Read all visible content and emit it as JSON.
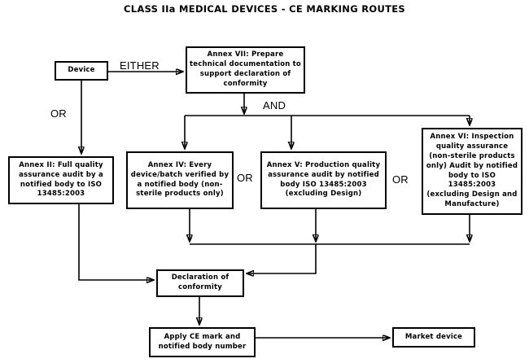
{
  "title": "CLASS IIa MEDICAL DEVICES - CE MARKING ROUTES",
  "connector_labels": {
    "either": "EITHER",
    "and": "AND",
    "or_device_to_annex2": "OR",
    "or_between_annex4_annex5": "OR",
    "or_between_annex5_annex6": "OR"
  },
  "nodes": {
    "device": "Device",
    "annex7": "Annex VII: Prepare technical documentation to support declaration of conformity",
    "annex2": "Annex II: Full quality assurance audit by a notified body to ISO 13485:2003",
    "annex4": "Annex IV: Every device/batch verified by a notified body (non-sterile products only)",
    "annex5": "Annex V: Production quality assurance audit by notified body ISO 13485:2003 (excluding Design)",
    "annex6": "Annex VI: Inspection quality assurance (non-sterile products only) Audit by notified body to ISO 13485:2003 (excluding Design and Manufacture)",
    "declaration": "Declaration of conformity",
    "apply": "Apply CE mark and notified body number",
    "market": "Market device"
  },
  "edges": [
    {
      "from": "device",
      "to": "annex7",
      "label": "EITHER"
    },
    {
      "from": "device",
      "to": "annex2",
      "label": "OR"
    },
    {
      "from": "annex7",
      "to": "annex4",
      "label": "AND"
    },
    {
      "from": "annex7",
      "to": "annex5",
      "label": "AND"
    },
    {
      "from": "annex7",
      "to": "annex6",
      "label": "AND"
    },
    {
      "from": "annex2",
      "to": "declaration",
      "label": ""
    },
    {
      "from": "annex4",
      "to": "declaration",
      "label": "OR"
    },
    {
      "from": "annex5",
      "to": "declaration",
      "label": "OR"
    },
    {
      "from": "annex6",
      "to": "declaration",
      "label": ""
    },
    {
      "from": "declaration",
      "to": "apply",
      "label": ""
    },
    {
      "from": "apply",
      "to": "market",
      "label": ""
    }
  ],
  "colors": {
    "background": "#ffffff",
    "line": "#000000",
    "box_border": "#000000",
    "text": "#000000"
  }
}
